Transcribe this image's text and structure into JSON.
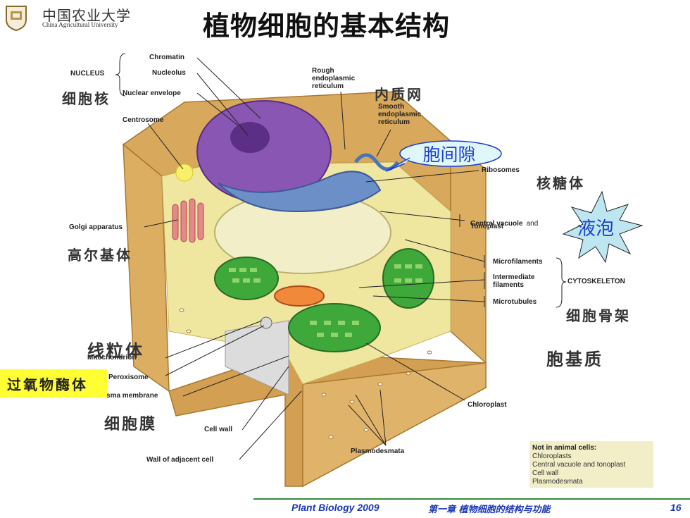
{
  "header": {
    "logo_cn": "中国农业大学",
    "logo_en": "China Agricultural University",
    "title": "植物细胞的基本结构"
  },
  "diagram": {
    "labels_en": {
      "chromatin": "Chromatin",
      "nucleus": "NUCLEUS",
      "nucleolus": "Nucleolus",
      "nuclear_envelope": "Nuclear envelope",
      "centrosome": "Centrosome",
      "rough_er_1": "Rough",
      "rough_er_2": "endoplasmic",
      "rough_er_3": "reticulum",
      "smooth_er_1": "Smooth",
      "smooth_er_2": "endoplasmic",
      "smooth_er_3": "reticulum",
      "ribosomes": "Ribosomes",
      "golgi": "Golgi apparatus",
      "central_vacuole_1": "Central vacuole",
      "central_vacuole_and": "and",
      "central_vacuole_2": "Tonoplast",
      "microfilaments": "Microfilaments",
      "intermediate_1": "Intermediate",
      "intermediate_2": "filaments",
      "cytoskeleton": "CYTOSKELETON",
      "microtubules": "Microtubules",
      "mitochondrion": "Mitochondrion",
      "peroxisome": "Peroxisome",
      "plasma_membrane": "Plasma membrane",
      "chloroplast": "Chloroplast",
      "cell_wall": "Cell wall",
      "plasmodesmata": "Plasmodesmata",
      "wall_adjacent": "Wall of adjacent cell"
    },
    "labels_cn": {
      "nucleus": "细胞核",
      "er": "内质网",
      "intercellular": "胞间隙",
      "ribosome": "核糖体",
      "vacuole": "液泡",
      "golgi": "高尔基体",
      "cytoskeleton": "细胞骨架",
      "mitochondrion": "线粒体",
      "matrix": "胞基质",
      "peroxisome": "过氧物酶体",
      "membrane": "细胞膜"
    },
    "note": {
      "title": "Not in animal cells:",
      "items": [
        "Chloroplasts",
        "Central vacuole and tonoplast",
        "Cell wall",
        "Plasmodesmata"
      ]
    }
  },
  "footer": {
    "course": "Plant Biology  2009",
    "chapter": "第一章 植物细胞的结构与功能",
    "page": "16"
  },
  "colors": {
    "cell_wall": "#dcae62",
    "cytoplasm": "#efe6a0",
    "nucleus": "#8a56b4",
    "chloroplast": "#3fa83a",
    "vacuole": "#f1eed0",
    "callout_text": "#1a3fd0",
    "footer_text": "#1a37b5"
  }
}
